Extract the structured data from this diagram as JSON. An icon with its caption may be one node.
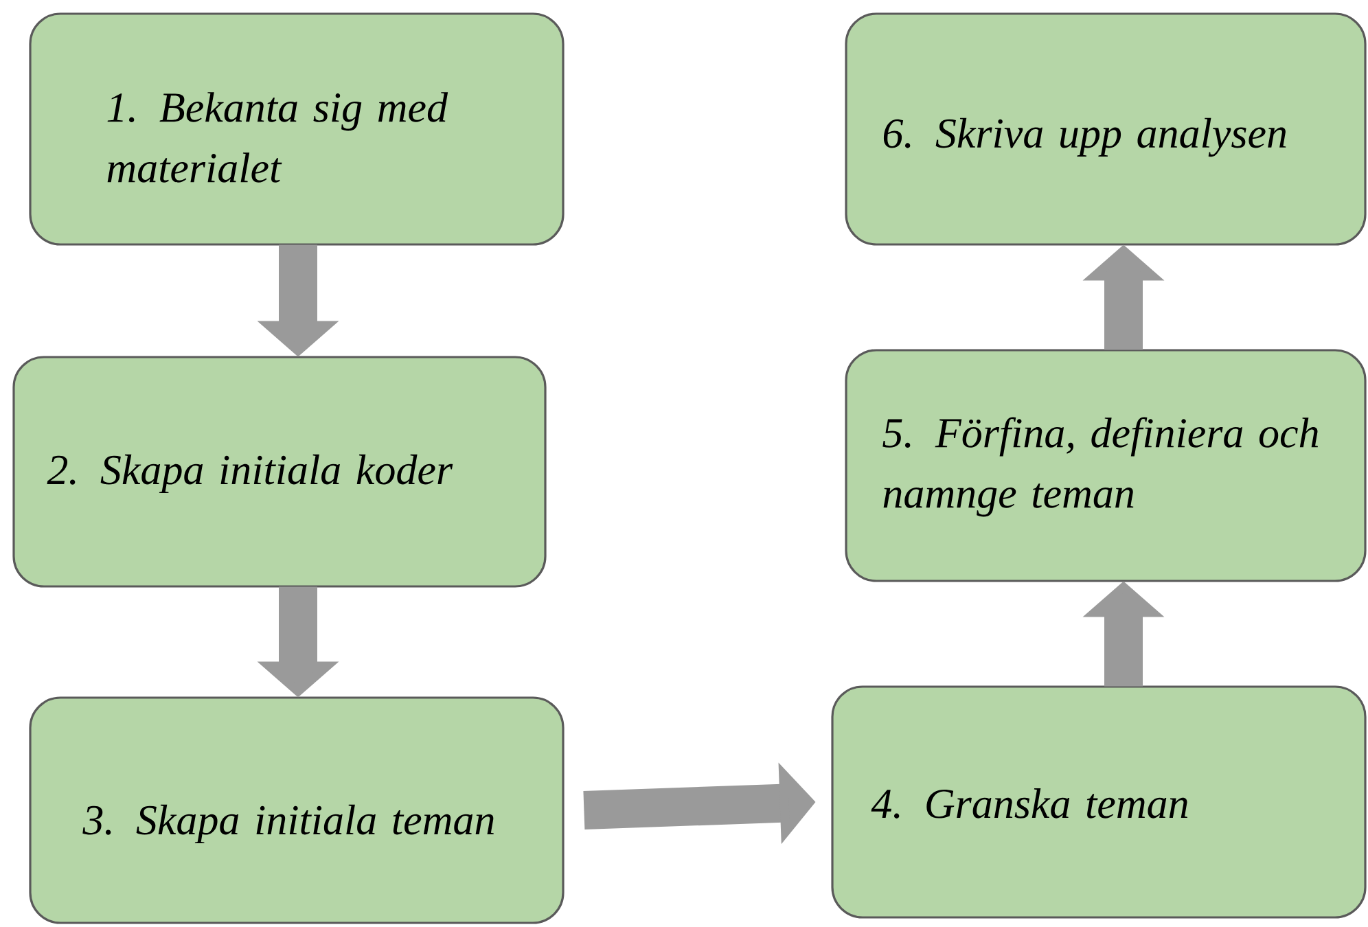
{
  "diagram": {
    "nodes": [
      {
        "text": [
          "1. Bekanta sig med materialet"
        ]
      },
      {
        "text": [
          "2. Skapa initiala koder"
        ]
      },
      {
        "text": [
          "3. Skapa initiala teman"
        ]
      },
      {
        "text": [
          "4. Granska teman"
        ]
      },
      {
        "text": [
          "5. Förfina, definiera och namnge teman"
        ]
      },
      {
        "text": [
          "6. Skriva upp analysen"
        ]
      }
    ],
    "edges": [
      {
        "from": 0,
        "to": 1,
        "arrow": "to"
      },
      {
        "from": 1,
        "to": 2,
        "arrow": "to"
      },
      {
        "from": 2,
        "to": 3,
        "arrow": "to"
      },
      {
        "from": 3,
        "to": 4,
        "arrow": "to"
      },
      {
        "from": 4,
        "to": 5,
        "arrow": "to"
      }
    ]
  }
}
